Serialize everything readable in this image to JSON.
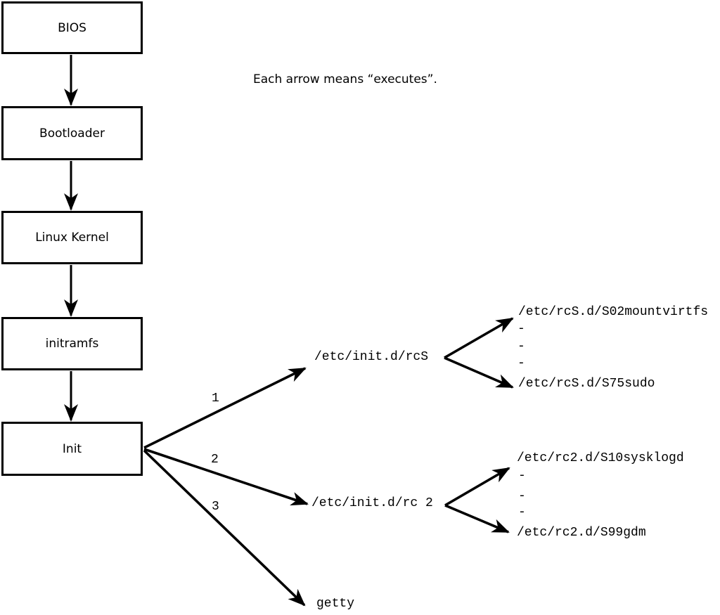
{
  "annotation": "Each arrow means “executes”.",
  "flow": {
    "nodes": [
      "BIOS",
      "Bootloader",
      "Linux Kernel",
      "initramfs",
      "Init"
    ]
  },
  "branches": [
    {
      "label": "1",
      "target": "/etc/init.d/rcS",
      "fork": {
        "first": "/etc/rcS.d/S02mountvirtfs",
        "more": [
          "-",
          "-",
          "-"
        ],
        "last": "/etc/rcS.d/S75sudo"
      }
    },
    {
      "label": "2",
      "target": "/etc/init.d/rc 2",
      "fork": {
        "first": "/etc/rc2.d/S10sysklogd",
        "more": [
          "-",
          "-",
          "-"
        ],
        "last": "/etc/rc2.d/S99gdm"
      }
    },
    {
      "label": "3",
      "target": "getty"
    }
  ],
  "colors": {
    "background": "#ffffff",
    "box_fill": "#ffffff",
    "line": "#000000",
    "text": "#000000"
  }
}
